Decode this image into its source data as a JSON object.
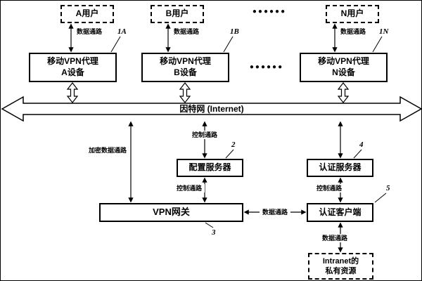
{
  "users": [
    {
      "label": "A用户"
    },
    {
      "label": "B用户"
    },
    {
      "label": "N用户"
    }
  ],
  "ellipsis": "●●●●●●",
  "proxies": [
    {
      "line1": "移动VPN代理",
      "line2": "A设备",
      "ref": "1A"
    },
    {
      "line1": "移动VPN代理",
      "line2": "B设备",
      "ref": "1B"
    },
    {
      "line1": "移动VPN代理",
      "line2": "N设备",
      "ref": "1N"
    }
  ],
  "internet": {
    "label": "因特网 (Internet)"
  },
  "path_labels": {
    "data_path": "数据通路",
    "control_path": "控制通路",
    "encrypted_data_path": "加密数据通路"
  },
  "nodes": {
    "config_server": {
      "label": "配置服务器",
      "ref": "2"
    },
    "vpn_gateway": {
      "label": "VPN网关",
      "ref": "3"
    },
    "auth_server": {
      "label": "认证服务器",
      "ref": "4"
    },
    "auth_client": {
      "label": "认证客户端",
      "ref": "5"
    },
    "intranet": {
      "line1": "Intranet的",
      "line2": "私有资源"
    }
  }
}
